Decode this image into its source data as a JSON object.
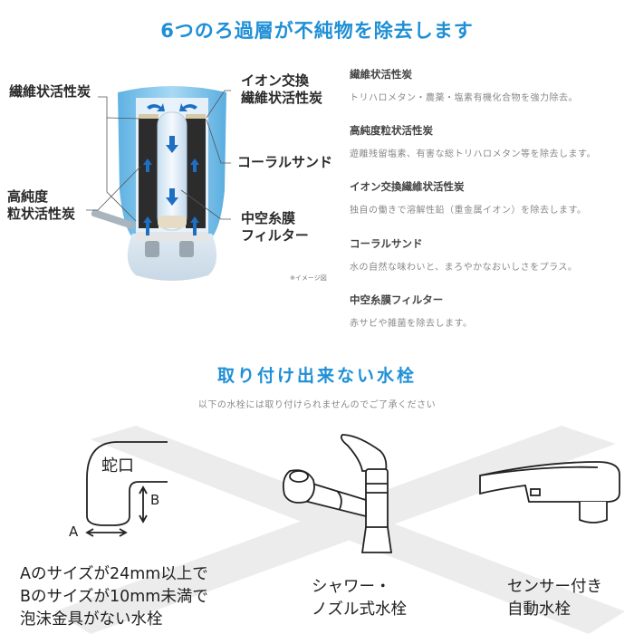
{
  "header": {
    "title": "6つのろ過層が不純物を除去します"
  },
  "diagram": {
    "labels": {
      "fiber_carbon": "繊維状活性炭",
      "granular_carbon": "高純度\n粒状活性炭",
      "ion_exchange": "イオン交換\n繊維状活性炭",
      "coral_sand": "コーラルサンド",
      "hollow_fiber": "中空糸膜\nフィルター"
    },
    "note": "※イメージ図",
    "colors": {
      "outer_shell": "#7fc3ea",
      "carbon_layer": "#2c2c2c",
      "arrow": "#1e6fc2"
    }
  },
  "descriptions": [
    {
      "heading": "繊維状活性炭",
      "body": "トリハロメタン・農薬・塩素有機化合物を強力除去。"
    },
    {
      "heading": "高純度粒状活性炭",
      "body": "遊離残留塩素、有害な総トリハロメタン等を除去します。"
    },
    {
      "heading": "イオン交換繊維状活性炭",
      "body": "独自の働きで溶解性鉛（重金属イオン）を除去します。"
    },
    {
      "heading": "コーラルサンド",
      "body": "水の自然な味わいと、まろやかなおいしさをプラス。"
    },
    {
      "heading": "中空糸膜フィルター",
      "body": "赤サビや雑菌を除去します。"
    }
  ],
  "incompatible": {
    "title": "取り付け出来ない水栓",
    "subtitle": "以下の水栓には取り付けられませんのでご了承ください",
    "faucet_diagram": {
      "spout_label": "蛇口",
      "dim_a": "A",
      "dim_b": "B"
    },
    "items": [
      {
        "label": "Aのサイズが24mm以上で\nBのサイズが10mm未満で\n泡沫金具がない水栓"
      },
      {
        "label": "シャワー・\nノズル式水栓"
      },
      {
        "label": "センサー付き\n自動水栓"
      }
    ]
  },
  "theme": {
    "accent": "#1f8fd6",
    "x_mark": "#e8e8e8"
  }
}
